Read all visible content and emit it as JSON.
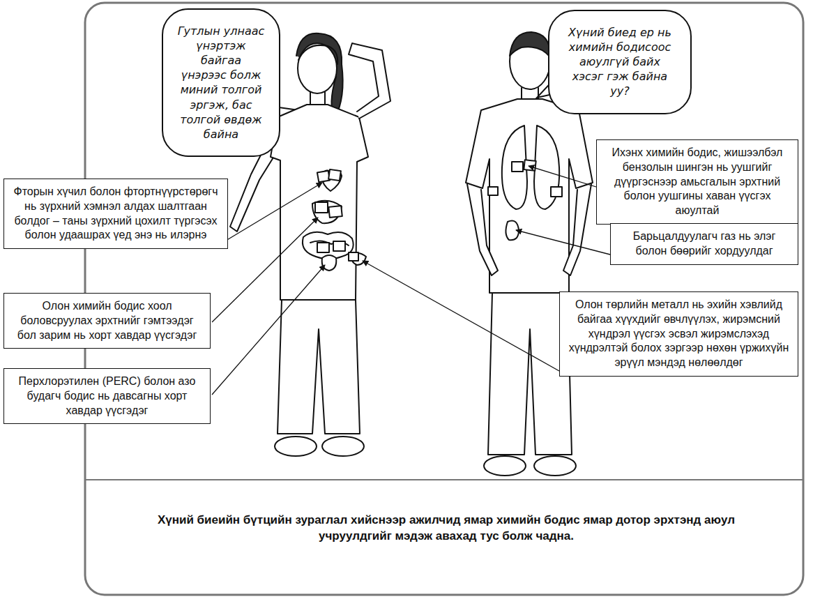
{
  "diagram": {
    "caption": "Хүний биеийн бүтцийн зураглал хийснээр ажилчид ямар химийн бодис ямар дотор эрхтэнд аюул учруулдгийг мэдэж авахад тус болж чадна.",
    "nodes": [
      {
        "text": [
          "Гутлын улнаас үнэртэж байгаа үнэрээс болж миний толгой эргэж, бас толгой өвдөж байна"
        ]
      },
      {
        "text": [
          "Хүний биед ер нь химийн бодисоос аюулгүй байх хэсэг гэж байна уу?"
        ]
      },
      {
        "text": [
          "Ихэнх химийн бодис, жишээлбэл бензолын шингэн нь уушгийг дүүргэснээр амьсгалын эрхтний болон уушгины хаван үүсгэх аюултай"
        ]
      },
      {
        "text": [
          "Фторын хүчил болон фтортнүүрстөрөгч нь зүрхний хэмнэл алдах шалтгаан болдог – таны зүрхний цохилт түргэсэх болон удаашрах үед энэ нь илэрнэ"
        ]
      },
      {
        "text": [
          "Барьцалдуулагч газ нь элэг болон бөөрийг хордуулдаг"
        ]
      },
      {
        "text": [
          "Олон төрлийн металл нь эхийн хэвлийд байгаа хүүхдийг өвчлүүлэх, жирэмсний хүндрэл үүсгэх эсвэл жирэмслэхэд хүндрэлтэй болох зэргээр нөхөн үржихүйн эрүүл мэндэд нөлөөлдөг"
        ]
      },
      {
        "text": [
          "Олон химийн бодис хоол боловсруулах эрхтнийг гэмтээдэг бол зарим нь хорт хавдар үүсгэдэг"
        ]
      },
      {
        "text": [
          "Перхлорэтилен (PERC) болон азо будагч бодис нь давсагны хорт хавдар үүсгэдэг"
        ]
      }
    ]
  }
}
